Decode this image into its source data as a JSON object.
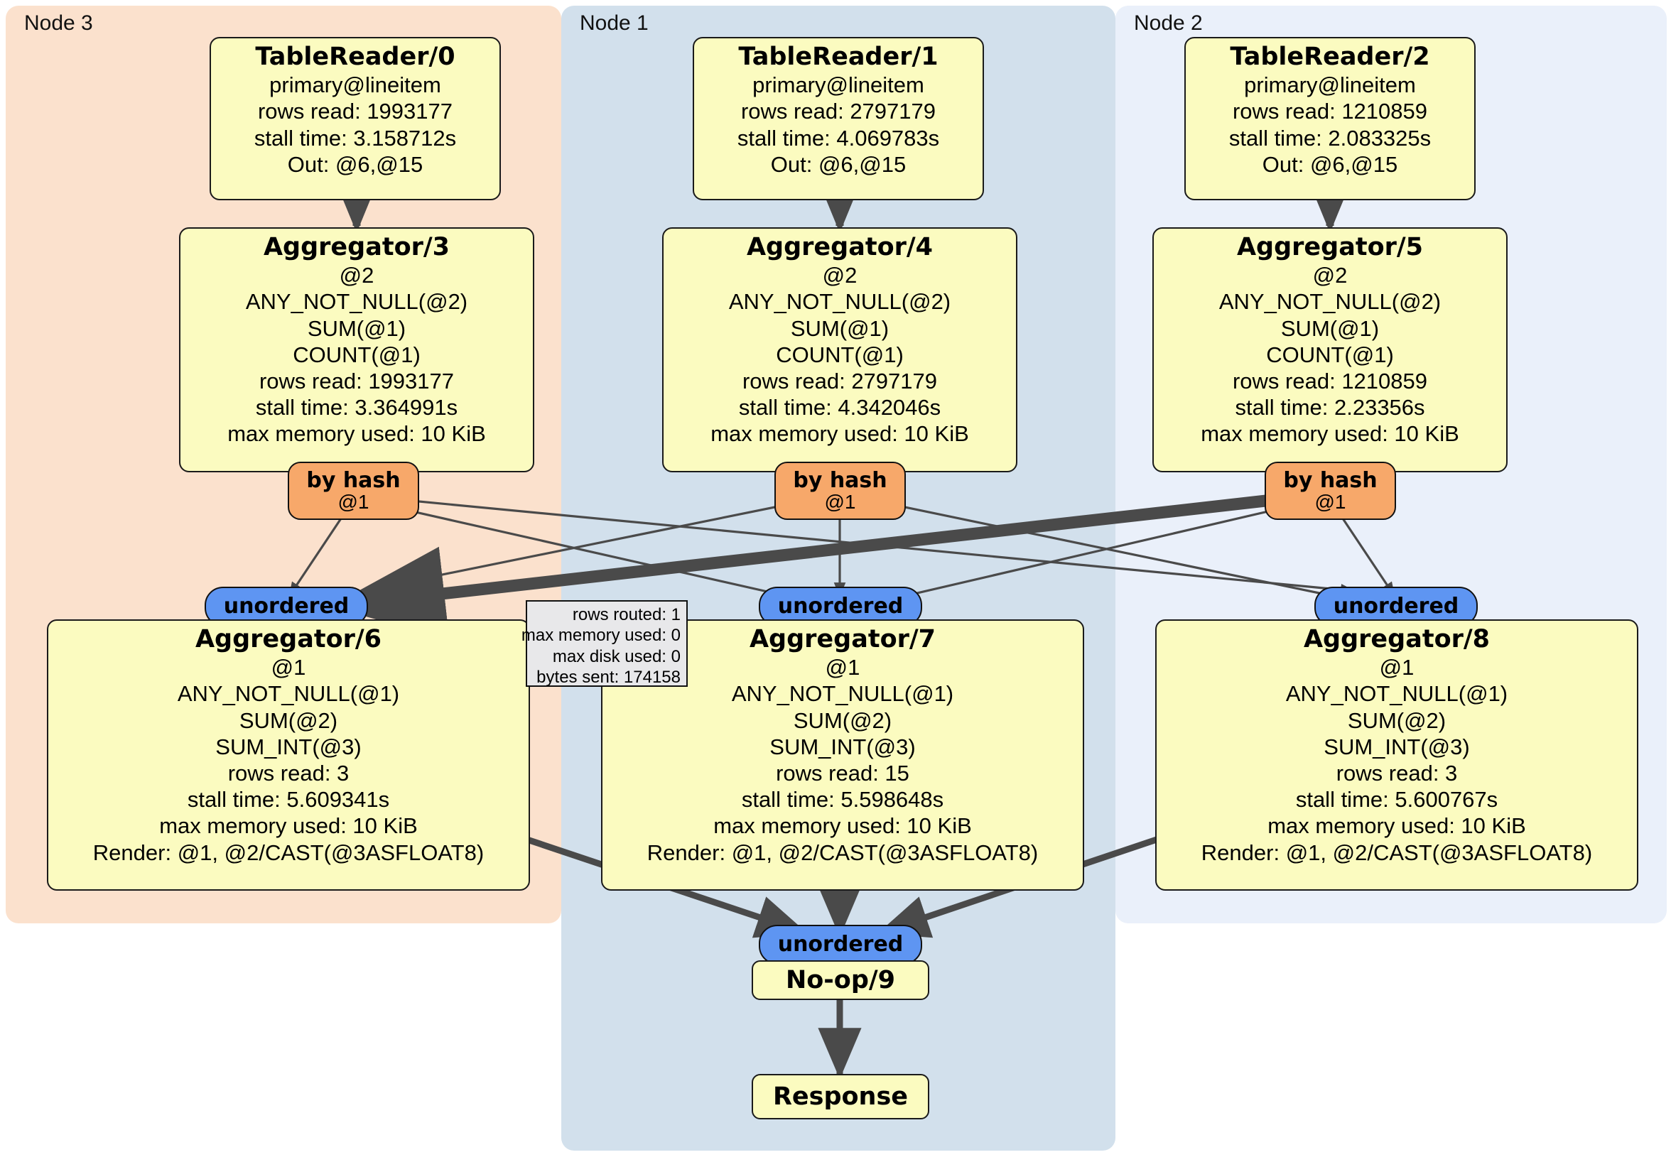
{
  "clusters": [
    {
      "label": "Node 3",
      "color": "#fbe1cd"
    },
    {
      "label": "Node 1",
      "color": "#d2e0ec"
    },
    {
      "label": "Node 2",
      "color": "#eaf0fa"
    }
  ],
  "readers": [
    {
      "title": "TableReader/0",
      "lines": [
        "primary@lineitem",
        "rows read: 1993177",
        "stall time: 3.158712s",
        "Out: @6,@15"
      ]
    },
    {
      "title": "TableReader/1",
      "lines": [
        "primary@lineitem",
        "rows read: 2797179",
        "stall time: 4.069783s",
        "Out: @6,@15"
      ]
    },
    {
      "title": "TableReader/2",
      "lines": [
        "primary@lineitem",
        "rows read: 1210859",
        "stall time: 2.083325s",
        "Out: @6,@15"
      ]
    }
  ],
  "agg_top": [
    {
      "title": "Aggregator/3",
      "lines": [
        "@2",
        "ANY_NOT_NULL(@2)",
        "SUM(@1)",
        "COUNT(@1)",
        "rows read: 1993177",
        "stall time: 3.364991s",
        "max memory used: 10 KiB"
      ]
    },
    {
      "title": "Aggregator/4",
      "lines": [
        "@2",
        "ANY_NOT_NULL(@2)",
        "SUM(@1)",
        "COUNT(@1)",
        "rows read: 2797179",
        "stall time: 4.342046s",
        "max memory used: 10 KiB"
      ]
    },
    {
      "title": "Aggregator/5",
      "lines": [
        "@2",
        "ANY_NOT_NULL(@2)",
        "SUM(@1)",
        "COUNT(@1)",
        "rows read: 1210859",
        "stall time: 2.23356s",
        "max memory used: 10 KiB"
      ]
    }
  ],
  "agg_bottom": [
    {
      "title": "Aggregator/6",
      "lines": [
        "@1",
        "ANY_NOT_NULL(@1)",
        "SUM(@2)",
        "SUM_INT(@3)",
        "rows read: 3",
        "stall time: 5.609341s",
        "max memory used: 10 KiB",
        "Render: @1, @2/CAST(@3ASFLOAT8)"
      ]
    },
    {
      "title": "Aggregator/7",
      "lines": [
        "@1",
        "ANY_NOT_NULL(@1)",
        "SUM(@2)",
        "SUM_INT(@3)",
        "rows read: 15",
        "stall time: 5.598648s",
        "max memory used: 10 KiB",
        "Render: @1, @2/CAST(@3ASFLOAT8)"
      ]
    },
    {
      "title": "Aggregator/8",
      "lines": [
        "@1",
        "ANY_NOT_NULL(@1)",
        "SUM(@2)",
        "SUM_INT(@3)",
        "rows read: 3",
        "stall time: 5.600767s",
        "max memory used: 10 KiB",
        "Render: @1, @2/CAST(@3ASFLOAT8)"
      ]
    }
  ],
  "hash_pills": [
    {
      "line1": "by hash",
      "line2": "@1"
    },
    {
      "line1": "by hash",
      "line2": "@1"
    },
    {
      "line1": "by hash",
      "line2": "@1"
    }
  ],
  "unordered_pills": [
    {
      "label": "unordered"
    },
    {
      "label": "unordered"
    },
    {
      "label": "unordered"
    },
    {
      "label": "unordered"
    }
  ],
  "tooltip": {
    "lines": [
      "rows routed: 1",
      "max memory used: 0",
      "max disk used: 0",
      "bytes sent: 174158"
    ]
  },
  "noop": {
    "title": "No-op/9"
  },
  "response": {
    "title": "Response"
  },
  "colors": {
    "node_fill": "#fbfbc0",
    "hash_fill": "#f7a86a",
    "unordered_fill": "#5e95f2",
    "tooltip_fill": "#e8e8ea",
    "edge": "#4a4a4a",
    "border": "#1a1a1a"
  }
}
